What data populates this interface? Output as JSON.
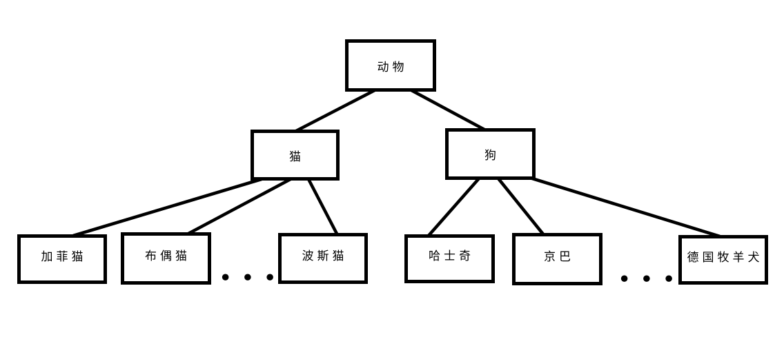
{
  "diagram": {
    "type": "tree",
    "nodes": {
      "root": {
        "label": "动物"
      },
      "cat": {
        "label": "猫"
      },
      "dog": {
        "label": "狗"
      },
      "garfield": {
        "label": "加菲猫"
      },
      "ragdoll": {
        "label": "布偶猫"
      },
      "persian": {
        "label": "波斯猫"
      },
      "husky": {
        "label": "哈士奇"
      },
      "pekingese": {
        "label": "京巴"
      },
      "german_shepherd": {
        "label": "德国牧羊犬"
      }
    },
    "structure": {
      "root_children": [
        "cat",
        "dog"
      ],
      "cat_children": [
        "garfield",
        "ragdoll",
        "persian"
      ],
      "dog_children": [
        "husky",
        "pekingese",
        "german_shepherd"
      ],
      "cat_children_truncated": true,
      "dog_children_truncated": true
    },
    "ellipsis_cats": "•••",
    "ellipsis_dogs": "•••",
    "colors": {
      "background": "#ffffff",
      "line": "#000000",
      "box_border": "#000000",
      "text": "#000000"
    }
  }
}
